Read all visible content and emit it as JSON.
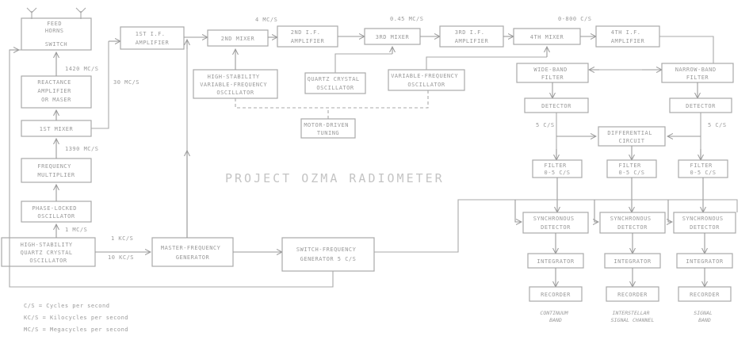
{
  "title": "PROJECT OZMA RADIOMETER",
  "blocks": {
    "feed_switch": [
      "FEED",
      "HORNS",
      "SWITCH"
    ],
    "reactance_amp": [
      "REACTANCE",
      "AMPLIFIER",
      "OR MASER"
    ],
    "first_mixer_left": [
      "1ST MIXER"
    ],
    "freq_multiplier": [
      "FREQUENCY",
      "MULTIPLIER"
    ],
    "phase_locked_osc": [
      "PHASE-LOCKED",
      "OSCILLATOR"
    ],
    "high_stab_crystal": [
      "HIGH-STABILITY",
      "QUARTZ CRYSTAL",
      "OSCILLATOR"
    ],
    "first_if_amp": [
      "1ST I.F.",
      "AMPLIFIER"
    ],
    "second_mixer": [
      "2ND MIXER"
    ],
    "high_stab_variable": [
      "HIGH-STABILITY",
      "VARIABLE-FREQUENCY",
      "OSCILLATOR"
    ],
    "second_if_amp": [
      "2ND I.F.",
      "AMPLIFIER"
    ],
    "third_mixer": [
      "3RD MIXER"
    ],
    "quartz_crystal_osc": [
      "QUARTZ CRYSTAL",
      "OSCILLATOR"
    ],
    "third_if_amp": [
      "3RD I.F.",
      "AMPLIFIER"
    ],
    "variable_freq_osc": [
      "VARIABLE-FREQUENCY",
      "OSCILLATOR"
    ],
    "motor_driven_tuning": [
      "MOTOR-DRIVEN",
      "TUNING"
    ],
    "fourth_mixer": [
      "4TH MIXER"
    ],
    "fourth_if_amp": [
      "4TH I.F.",
      "AMPLIFIER"
    ],
    "wide_band_filter": [
      "WIDE-BAND",
      "FILTER"
    ],
    "narrow_band_filter": [
      "NARROW-BAND",
      "FILTER"
    ],
    "detector_left": [
      "DETECTOR"
    ],
    "detector_right": [
      "DETECTOR"
    ],
    "differential_circuit": [
      "DIFFERENTIAL",
      "CIRCUIT"
    ],
    "filter_a": [
      "FILTER",
      "0-5 C/S"
    ],
    "filter_b": [
      "FILTER",
      "0-5 C/S"
    ],
    "filter_c": [
      "FILTER",
      "0-5 C/S"
    ],
    "sync_det_a": [
      "SYNCHRONOUS",
      "DETECTOR"
    ],
    "sync_det_b": [
      "SYNCHRONOUS",
      "DETECTOR"
    ],
    "sync_det_c": [
      "SYNCHRONOUS",
      "DETECTOR"
    ],
    "integrator_a": [
      "INTEGRATOR"
    ],
    "integrator_b": [
      "INTEGRATOR"
    ],
    "integrator_c": [
      "INTEGRATOR"
    ],
    "recorder_a": [
      "RECORDER"
    ],
    "recorder_b": [
      "RECORDER"
    ],
    "recorder_c": [
      "RECORDER"
    ],
    "master_freq_gen": [
      "MASTER-FREQUENCY",
      "GENERATOR"
    ],
    "switch_freq_gen": [
      "SWITCH-FREQUENCY",
      "GENERATOR 5 C/S"
    ]
  },
  "labels": {
    "freq_1420": "1420 MC/S",
    "freq_1390": "1390 MC/S",
    "freq_30": "30 MC/S",
    "freq_4": "4 MC/S",
    "freq_045": "0.45 MC/S",
    "freq_band": "0-800 C/S",
    "freq_5a": "5 C/S",
    "freq_5b": "5 C/S",
    "freq_1mc": "1 MC/S",
    "freq_10kc": "10 KC/S",
    "freq_1kc": "1 KC/S"
  },
  "outputs": {
    "a": [
      "CONTINUUM",
      "BAND"
    ],
    "b": [
      "INTERSTELLAR",
      "SIGNAL CHANNEL"
    ],
    "c": [
      "SIGNAL",
      "BAND"
    ]
  },
  "legend": [
    "C/S = Cycles per second",
    "KC/S = Kilocycles per second",
    "MC/S = Megacycles per second"
  ]
}
